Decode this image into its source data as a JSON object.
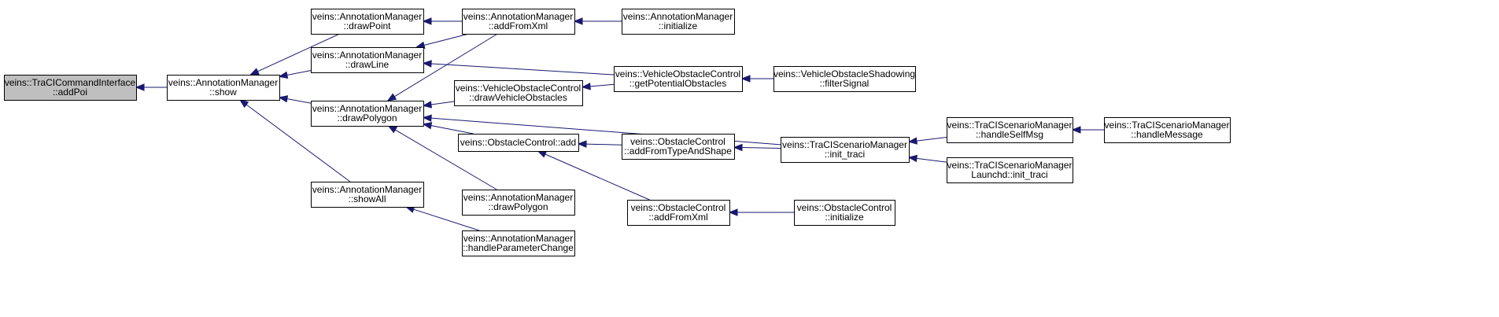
{
  "graph": {
    "nodes": [
      {
        "id": "n0",
        "lines": [
          "veins::TraCICommandInterface",
          "::addPoi"
        ],
        "current": true
      },
      {
        "id": "n1",
        "lines": [
          "veins::AnnotationManager",
          "::show"
        ]
      },
      {
        "id": "n2",
        "lines": [
          "veins::AnnotationManager",
          "::drawPoint"
        ]
      },
      {
        "id": "n3",
        "lines": [
          "veins::AnnotationManager",
          "::drawLine"
        ]
      },
      {
        "id": "n4",
        "lines": [
          "veins::AnnotationManager",
          "::drawPolygon"
        ]
      },
      {
        "id": "n5",
        "lines": [
          "veins::AnnotationManager",
          "::showAll"
        ]
      },
      {
        "id": "n6",
        "lines": [
          "veins::AnnotationManager",
          "::addFromXml"
        ]
      },
      {
        "id": "n7",
        "lines": [
          "veins::VehicleObstacleControl",
          "::drawVehicleObstacles"
        ]
      },
      {
        "id": "n8",
        "lines": [
          "veins::ObstacleControl::add"
        ]
      },
      {
        "id": "n9",
        "lines": [
          "veins::AnnotationManager",
          "::drawPolygon"
        ]
      },
      {
        "id": "n10",
        "lines": [
          "veins::AnnotationManager",
          "::handleParameterChange"
        ]
      },
      {
        "id": "n11",
        "lines": [
          "veins::AnnotationManager",
          "::initialize"
        ]
      },
      {
        "id": "n12",
        "lines": [
          "veins::VehicleObstacleControl",
          "::getPotentialObstacles"
        ]
      },
      {
        "id": "n13",
        "lines": [
          "veins::ObstacleControl",
          "::addFromTypeAndShape"
        ]
      },
      {
        "id": "n14",
        "lines": [
          "veins::ObstacleControl",
          "::addFromXml"
        ]
      },
      {
        "id": "n15",
        "lines": [
          "veins::VehicleObstacleShadowing",
          "::filterSignal"
        ]
      },
      {
        "id": "n16",
        "lines": [
          "veins::TraCIScenarioManager",
          "::init_traci"
        ]
      },
      {
        "id": "n17",
        "lines": [
          "veins::ObstacleControl",
          "::initialize"
        ]
      },
      {
        "id": "n18",
        "lines": [
          "veins::TraCIScenarioManager",
          "::handleSelfMsg"
        ]
      },
      {
        "id": "n19",
        "lines": [
          "veins::TraCIScenarioManager",
          "Launchd::init_traci"
        ]
      },
      {
        "id": "n20",
        "lines": [
          "veins::TraCIScenarioManager",
          "::handleMessage"
        ]
      }
    ],
    "edges": [
      {
        "from": "n1",
        "to": "n0"
      },
      {
        "from": "n2",
        "to": "n1"
      },
      {
        "from": "n3",
        "to": "n1"
      },
      {
        "from": "n4",
        "to": "n1"
      },
      {
        "from": "n5",
        "to": "n1"
      },
      {
        "from": "n6",
        "to": "n2"
      },
      {
        "from": "n6",
        "to": "n3"
      },
      {
        "from": "n6",
        "to": "n4"
      },
      {
        "from": "n12",
        "to": "n3"
      },
      {
        "from": "n7",
        "to": "n4"
      },
      {
        "from": "n8",
        "to": "n4"
      },
      {
        "from": "n9",
        "to": "n4"
      },
      {
        "from": "n16",
        "to": "n4"
      },
      {
        "from": "n10",
        "to": "n5"
      },
      {
        "from": "n11",
        "to": "n6"
      },
      {
        "from": "n12",
        "to": "n7"
      },
      {
        "from": "n15",
        "to": "n12"
      },
      {
        "from": "n13",
        "to": "n8"
      },
      {
        "from": "n14",
        "to": "n8"
      },
      {
        "from": "n16",
        "to": "n13"
      },
      {
        "from": "n17",
        "to": "n14"
      },
      {
        "from": "n18",
        "to": "n16"
      },
      {
        "from": "n19",
        "to": "n16"
      },
      {
        "from": "n20",
        "to": "n18"
      }
    ]
  },
  "colors": {
    "edge": "#191970",
    "current_fill": "#bfbfbf",
    "node_fill": "#ffffff",
    "border": "#000000"
  }
}
